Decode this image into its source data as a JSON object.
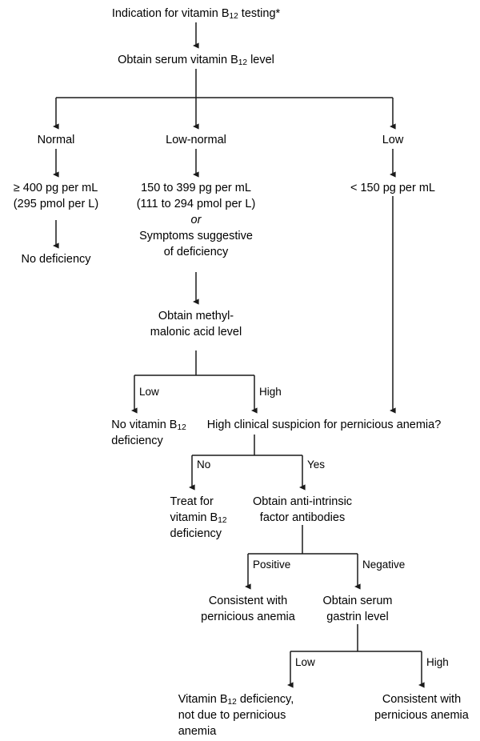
{
  "diagram": {
    "title": "Indication for vitamin B12 testing algorithm",
    "type": "clinical-decision-flowchart",
    "line_color": "#1a1a1a",
    "background_color": "#ffffff",
    "text_color": "#000000"
  },
  "nodes": {
    "start": {
      "line1": "Indication for vitamin B",
      "sub1": "12",
      "line1b": " testing*"
    },
    "obtain_serum": {
      "line1": "Obtain serum vitamin B",
      "sub1": "12",
      "line1b": " level"
    },
    "branch_normal": {
      "label": "Normal"
    },
    "branch_low_normal": {
      "label": "Low-normal"
    },
    "branch_low": {
      "label": "Low"
    },
    "normal_value": {
      "line1": "≥ 400 pg per mL",
      "line2": "(295 pmol per L)"
    },
    "no_deficiency": {
      "label": "No deficiency"
    },
    "low_normal_value": {
      "line1": "150 to 399 pg per mL",
      "line2": "(111 to 294 pmol per L)",
      "line3": "or",
      "line4": "Symptoms suggestive",
      "line5": "of deficiency"
    },
    "low_value": {
      "label": "< 150 pg per mL"
    },
    "obtain_mma": {
      "line1": "Obtain methyl-",
      "line2": "malonic acid level"
    },
    "no_vitamin_b12_deficiency": {
      "line1": "No vitamin B",
      "sub1": "12",
      "line2": "deficiency"
    },
    "high_clinical_suspicion": {
      "label": "High clinical suspicion for pernicious anemia?"
    },
    "treat_for_deficiency": {
      "line1": "Treat for",
      "line2": "vitamin B",
      "sub1": "12",
      "line3": "deficiency"
    },
    "obtain_antibodies": {
      "line1": "Obtain anti-intrinsic",
      "line2": "factor antibodies"
    },
    "consistent_pa_left": {
      "line1": "Consistent with",
      "line2": "pernicious anemia"
    },
    "obtain_gastrin": {
      "line1": "Obtain serum",
      "line2": "gastrin level"
    },
    "b12_not_pa": {
      "line1": "Vitamin B",
      "sub1": "12",
      "line1b": " deficiency,",
      "line2": "not due to pernicious",
      "line3": "anemia"
    },
    "consistent_pa_right": {
      "line1": "Consistent with",
      "line2": "pernicious anemia"
    }
  },
  "edge_labels": {
    "mma_low": "Low",
    "mma_high": "High",
    "suspicion_no": "No",
    "suspicion_yes": "Yes",
    "antibody_positive": "Positive",
    "antibody_negative": "Negative",
    "gastrin_low": "Low",
    "gastrin_high": "High"
  },
  "footnote": {
    "marker": "*"
  }
}
